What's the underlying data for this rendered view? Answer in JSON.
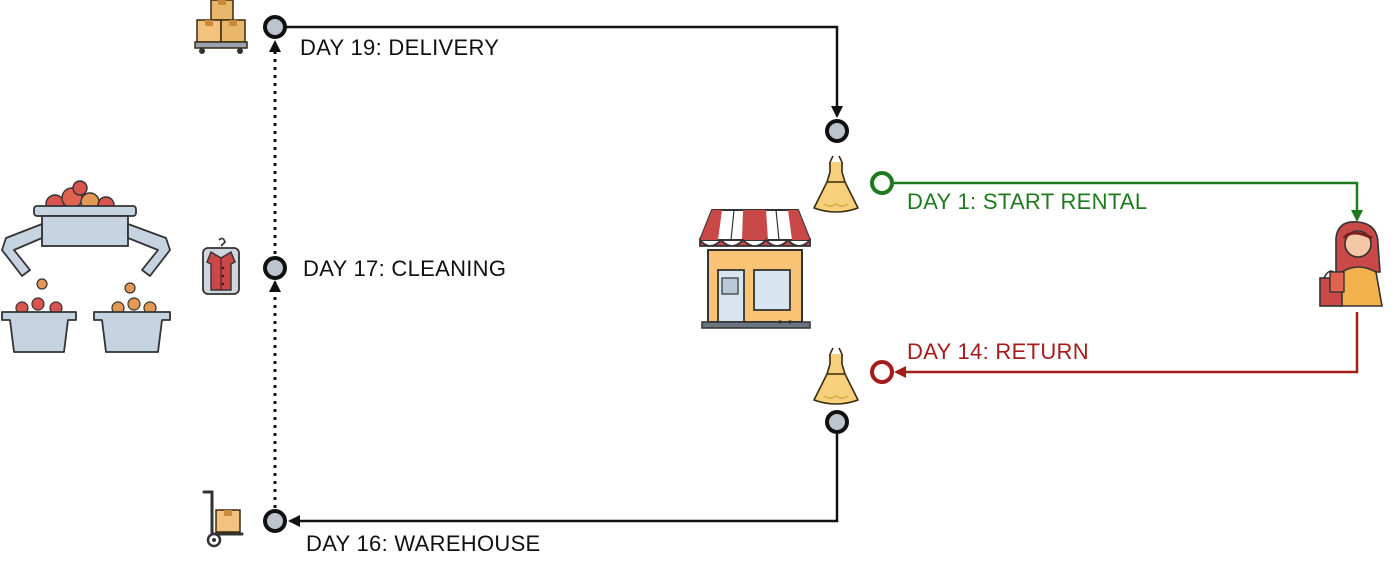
{
  "labels": {
    "delivery": "DAY 19: DELIVERY",
    "cleaning": "DAY 17: CLEANING",
    "warehouse": "DAY 16: WAREHOUSE",
    "start_rental": "DAY 1: START RENTAL",
    "return": "DAY 14: RETURN"
  },
  "icons": {
    "packages": "packages-icon",
    "garment": "dry-cleaning-garment-icon",
    "cart": "hand-truck-icon",
    "sorting": "sorting-baskets-icon",
    "dress": "dress-icon",
    "store": "storefront-icon",
    "customer": "shopper-icon"
  },
  "colors": {
    "black": "#111111",
    "green": "#1f7a1f",
    "red": "#a51c1c",
    "node_fill": "#bcc4ce",
    "dress": "#f6d07a",
    "awning": "#c94848",
    "shop_body": "#f8c374"
  }
}
